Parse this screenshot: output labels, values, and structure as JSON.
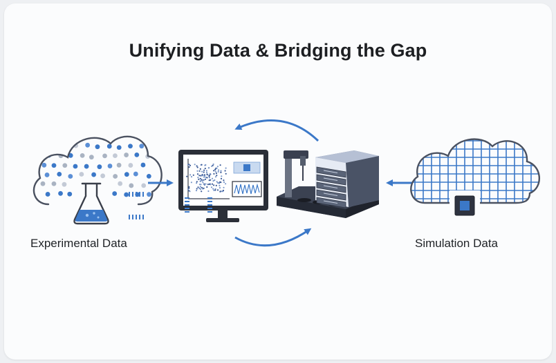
{
  "title": "Unifying Data & Bridging the Gap",
  "left_source": {
    "label": "Experimental Data",
    "icon": "cloud-with-flask-icon"
  },
  "right_source": {
    "label": "Simulation Data",
    "icon": "cloud-with-chip-icon"
  },
  "center": {
    "icons": [
      "monitor-icon",
      "lab-instrument-icon"
    ]
  },
  "colors": {
    "accent": "#3b78c8",
    "outline": "#4a5160",
    "dark": "#2a2e38"
  }
}
